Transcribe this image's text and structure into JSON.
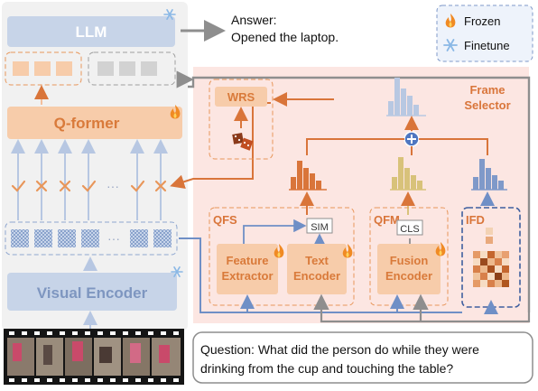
{
  "llm": {
    "label": "LLM"
  },
  "answer": {
    "line1": "Answer:",
    "line2": "Opened the laptop."
  },
  "legend": {
    "frozen": "Frozen",
    "finetune": "Finetune"
  },
  "qformer": {
    "label": "Q-former"
  },
  "visual_encoder": {
    "label": "Visual Encoder"
  },
  "frame_selector": {
    "line1": "Frame",
    "line2": "Selector"
  },
  "wrs": {
    "label": "WRS"
  },
  "qfs": {
    "label": "QFS",
    "sim": "SIM",
    "feature_extractor_line1": "Feature",
    "feature_extractor_line2": "Extractor",
    "text_encoder_line1": "Text",
    "text_encoder_line2": "Encoder"
  },
  "qfm": {
    "label": "QFM",
    "cls": "CLS",
    "fusion_encoder_line1": "Fusion",
    "fusion_encoder_line2": "Encoder"
  },
  "ifd": {
    "label": "IFD"
  },
  "marks": {
    "ellipsis": "···"
  },
  "question": {
    "line1": "Question: What did the person do while they were",
    "line2": "drinking from the cup and touching the table?"
  },
  "colors": {
    "blue_box": "#c5d3e8",
    "blue_text": "#7e96c0",
    "orange_box": "#f7ccaa",
    "orange_text": "#d97a3a",
    "orange_line": "#e8965a",
    "gray_line": "#8e8e8e",
    "pink_bg": "#fce6e2",
    "bar_orange": "#d9753a",
    "bar_yellow": "#d8c27a",
    "bar_blue": "#7f99c9",
    "bar_lightblue": "#b8c8e2",
    "flame": "#f08a24",
    "snow": "#8ab8e6"
  }
}
